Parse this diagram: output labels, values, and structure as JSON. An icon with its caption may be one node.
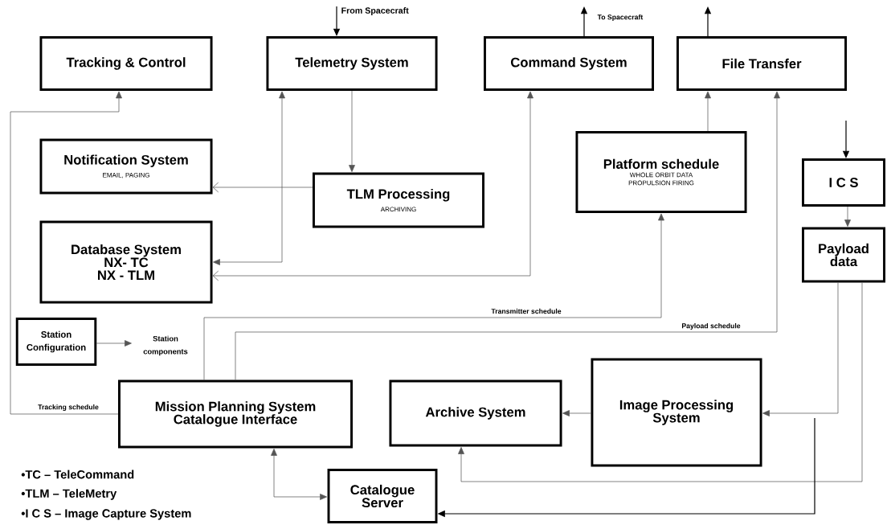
{
  "diagram": {
    "nodes": [
      {
        "text": [
          "Tracking & Control"
        ]
      },
      {
        "text": [
          "Telemetry System"
        ]
      },
      {
        "text": [
          "Command System"
        ]
      },
      {
        "text": [
          "File Transfer"
        ]
      },
      {
        "text": [
          "Notification System",
          "EMAIL, PAGING"
        ]
      },
      {
        "text": [
          "Platform schedule",
          "WHOLE ORBIT DATA PROPULSION FIRING"
        ]
      },
      {
        "text": [
          "I C S"
        ]
      },
      {
        "text": [
          "TLM Processing",
          "ARCHIVING"
        ]
      },
      {
        "text": [
          "Payload data"
        ]
      },
      {
        "text": [
          "Database System",
          "NX- TC",
          "NX - TLM"
        ]
      },
      {
        "text": [
          "Station Configuration"
        ]
      },
      {
        "text": [
          "Station components"
        ]
      },
      {
        "text": [
          "Mission Planning System Catalogue Interface"
        ]
      },
      {
        "text": [
          "Archive System"
        ]
      },
      {
        "text": [
          "Image Processing System"
        ]
      },
      {
        "text": [
          "Catalogue Server"
        ]
      }
    ],
    "edges": [
      {
        "from": null,
        "to": 1,
        "arrow": "to",
        "label": "From Spacecraft"
      },
      {
        "from": 2,
        "to": null,
        "arrow": "to",
        "label": "To Spacecraft"
      },
      {
        "from": 3,
        "to": null,
        "arrow": "to"
      },
      {
        "from": null,
        "to": 6,
        "arrow": "to"
      },
      {
        "from": 1,
        "to": 7,
        "arrow": "to"
      },
      {
        "from": 7,
        "to": 4,
        "arrow": "to"
      },
      {
        "from": 1,
        "to": 9,
        "arrow": "both"
      },
      {
        "from": 9,
        "to": 2,
        "arrow": "both"
      },
      {
        "from": 12,
        "to": 0,
        "arrow": "to",
        "label": "Tracking schedule"
      },
      {
        "from": 12,
        "to": 5,
        "arrow": "to",
        "label": "Transmitter schedule"
      },
      {
        "from": 12,
        "to": 3,
        "arrow": "to",
        "label": "Payload schedule"
      },
      {
        "from": 5,
        "to": 3,
        "arrow": "to"
      },
      {
        "from": 6,
        "to": 8,
        "arrow": "to"
      },
      {
        "from": 8,
        "to": 14,
        "arrow": "to"
      },
      {
        "from": 8,
        "to": 13,
        "arrow": "to"
      },
      {
        "from": null,
        "to": 15,
        "arrow": "to"
      },
      {
        "from": 12,
        "to": 15,
        "arrow": "both"
      },
      {
        "from": 10,
        "to": 11,
        "arrow": "to"
      },
      {
        "from": 14,
        "to": 13,
        "arrow": "to"
      }
    ],
    "labels": [
      "•TC – TeleCommand",
      "•TLM – TeleMetry",
      "•I C S – Image Capture System"
    ]
  }
}
